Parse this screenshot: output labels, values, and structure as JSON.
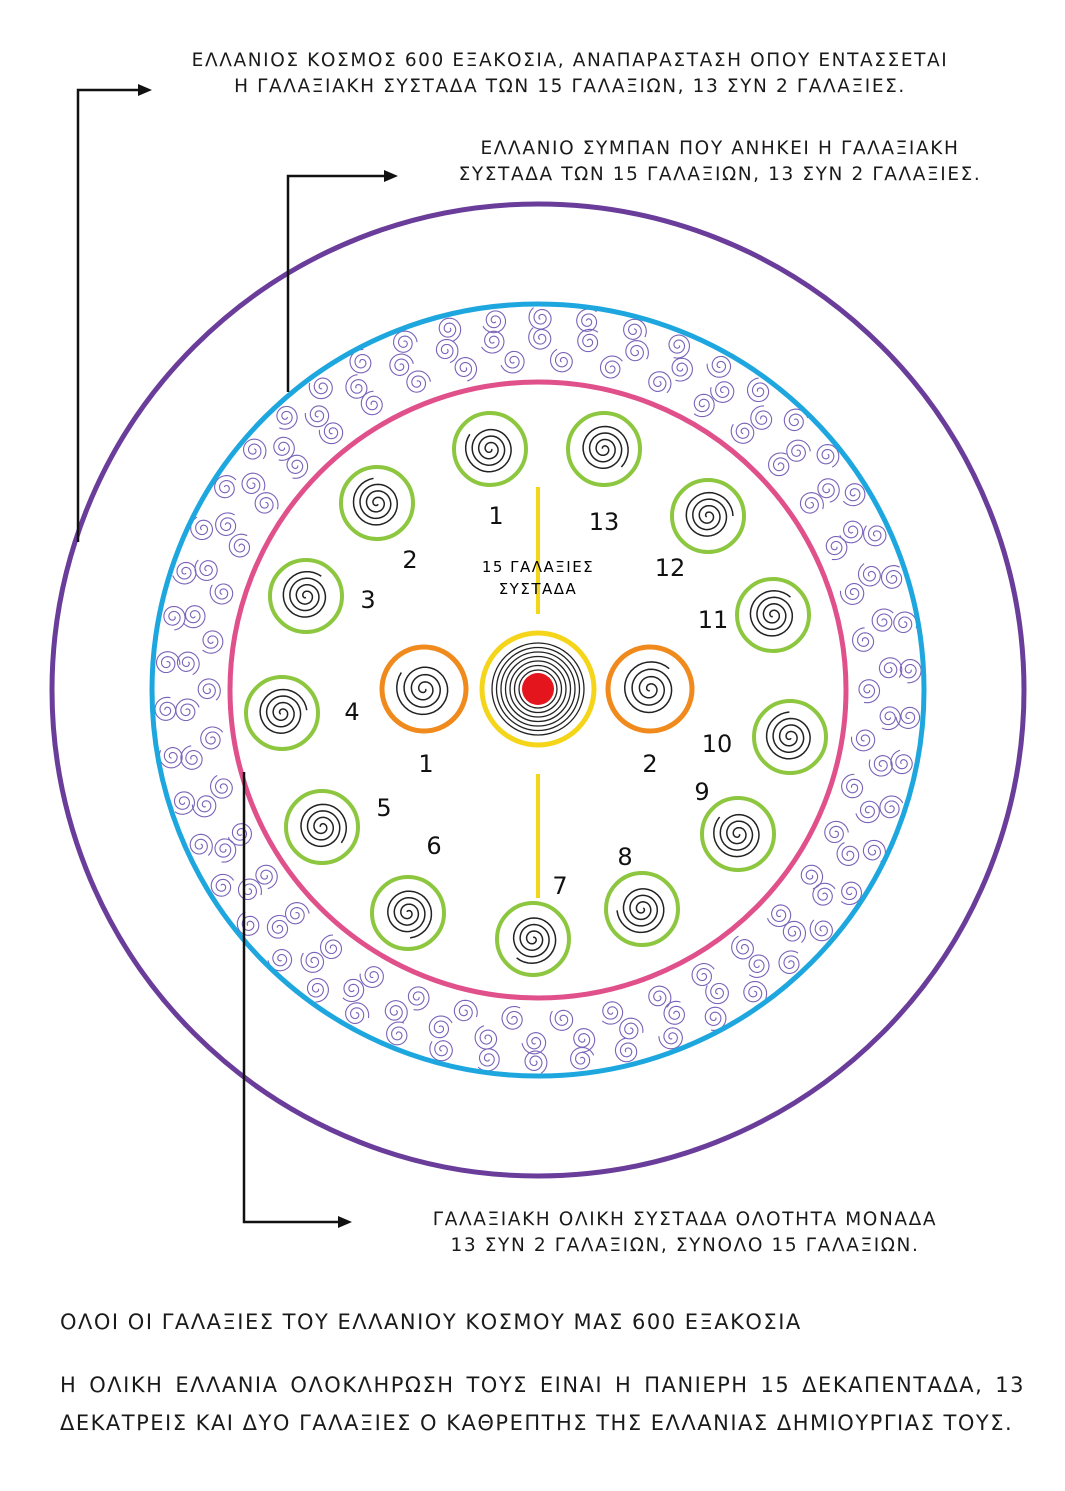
{
  "captions": {
    "outer_line1": "ΕΛΛΑΝΙΟΣ ΚΟΣΜΟΣ 600 ΕΞΑΚΟΣΙΑ, ΑΝΑΠΑΡΑΣΤΑΣΗ ΟΠΟΥ ΕΝΤΑΣΣΕΤΑΙ",
    "outer_line2": "Η ΓΑΛΑΞΙΑΚΗ ΣΥΣΤΑΔΑ ΤΩΝ 15 ΓΑΛΑΞΙΩΝ, 13 ΣΥΝ 2 ΓΑΛΑΞΙΕΣ.",
    "mid_line1": "ΕΛΛΑΝΙΟ ΣΥΜΠΑΝ ΠΟΥ ΑΝΗΚΕΙ Η ΓΑΛΑΞΙΑΚΗ",
    "mid_line2": "ΣΥΣΤΑΔΑ ΤΩΝ 15 ΓΑΛΑΞΙΩΝ, 13 ΣΥΝ 2 ΓΑΛΑΞΙΕΣ.",
    "inner_line1": "ΓΑΛΑΞΙΑΚΗ ΟΛΙΚΗ ΣΥΣΤΑΔΑ ΟΛΟΤΗΤΑ ΜΟΝΑΔΑ",
    "inner_line2": "13 ΣΥΝ 2 ΓΑΛΑΞΙΩΝ, ΣΥΝΟΛΟ 15 ΓΑΛΑΞΙΩΝ."
  },
  "center_label": {
    "line1": "15 ΓΑΛΑΞΙΕΣ",
    "line2": "ΣΥΣΤΑΔΑ"
  },
  "ring_galaxies": [
    "1",
    "2",
    "3",
    "4",
    "5",
    "6",
    "7",
    "8",
    "9",
    "10",
    "11",
    "12",
    "13"
  ],
  "center_galaxies": [
    "1",
    "2"
  ],
  "bottom": {
    "line1": "ΟΛΟΙ ΟΙ ΓΑΛΑΞΙΕΣ ΤΟΥ ΕΛΛΑΝΙΟΥ ΚΟΣΜΟΥ ΜΑΣ 600 ΕΞΑΚΟΣΙΑ",
    "para": "Η ΟΛΙΚΗ ΕΛΛΑΝΙΑ ΟΛΟΚΛΗΡΩΣΗ ΤΟΥΣ ΕΙΝΑΙ Η ΠΑΝΙΕΡΗ 15 ΔΕΚΑΠΕΝΤΑΔΑ, 13 ΔΕΚΑΤΡΕΙΣ ΚΑΙ ΔΥΟ ΓΑΛΑΞΙΕΣ Ο ΚΑΘΡΕΠΤΗΣ ΤΗΣ ΕΛΛΑΝΙΑΣ ΔΗΜΙΟΥΡΓΙΑΣ ΤΟΥΣ."
  },
  "colors": {
    "outer_circle": "#6a3d9a",
    "universe_circle": "#1ea7df",
    "cluster_circle": "#e0508a",
    "galaxy_ring": "#8dc63f",
    "center_pair": "#f08a1c",
    "core_ring": "#f5d51a",
    "core_dot": "#e5151d",
    "swirl_band": "#7a62b8",
    "spiral": "#222222"
  }
}
